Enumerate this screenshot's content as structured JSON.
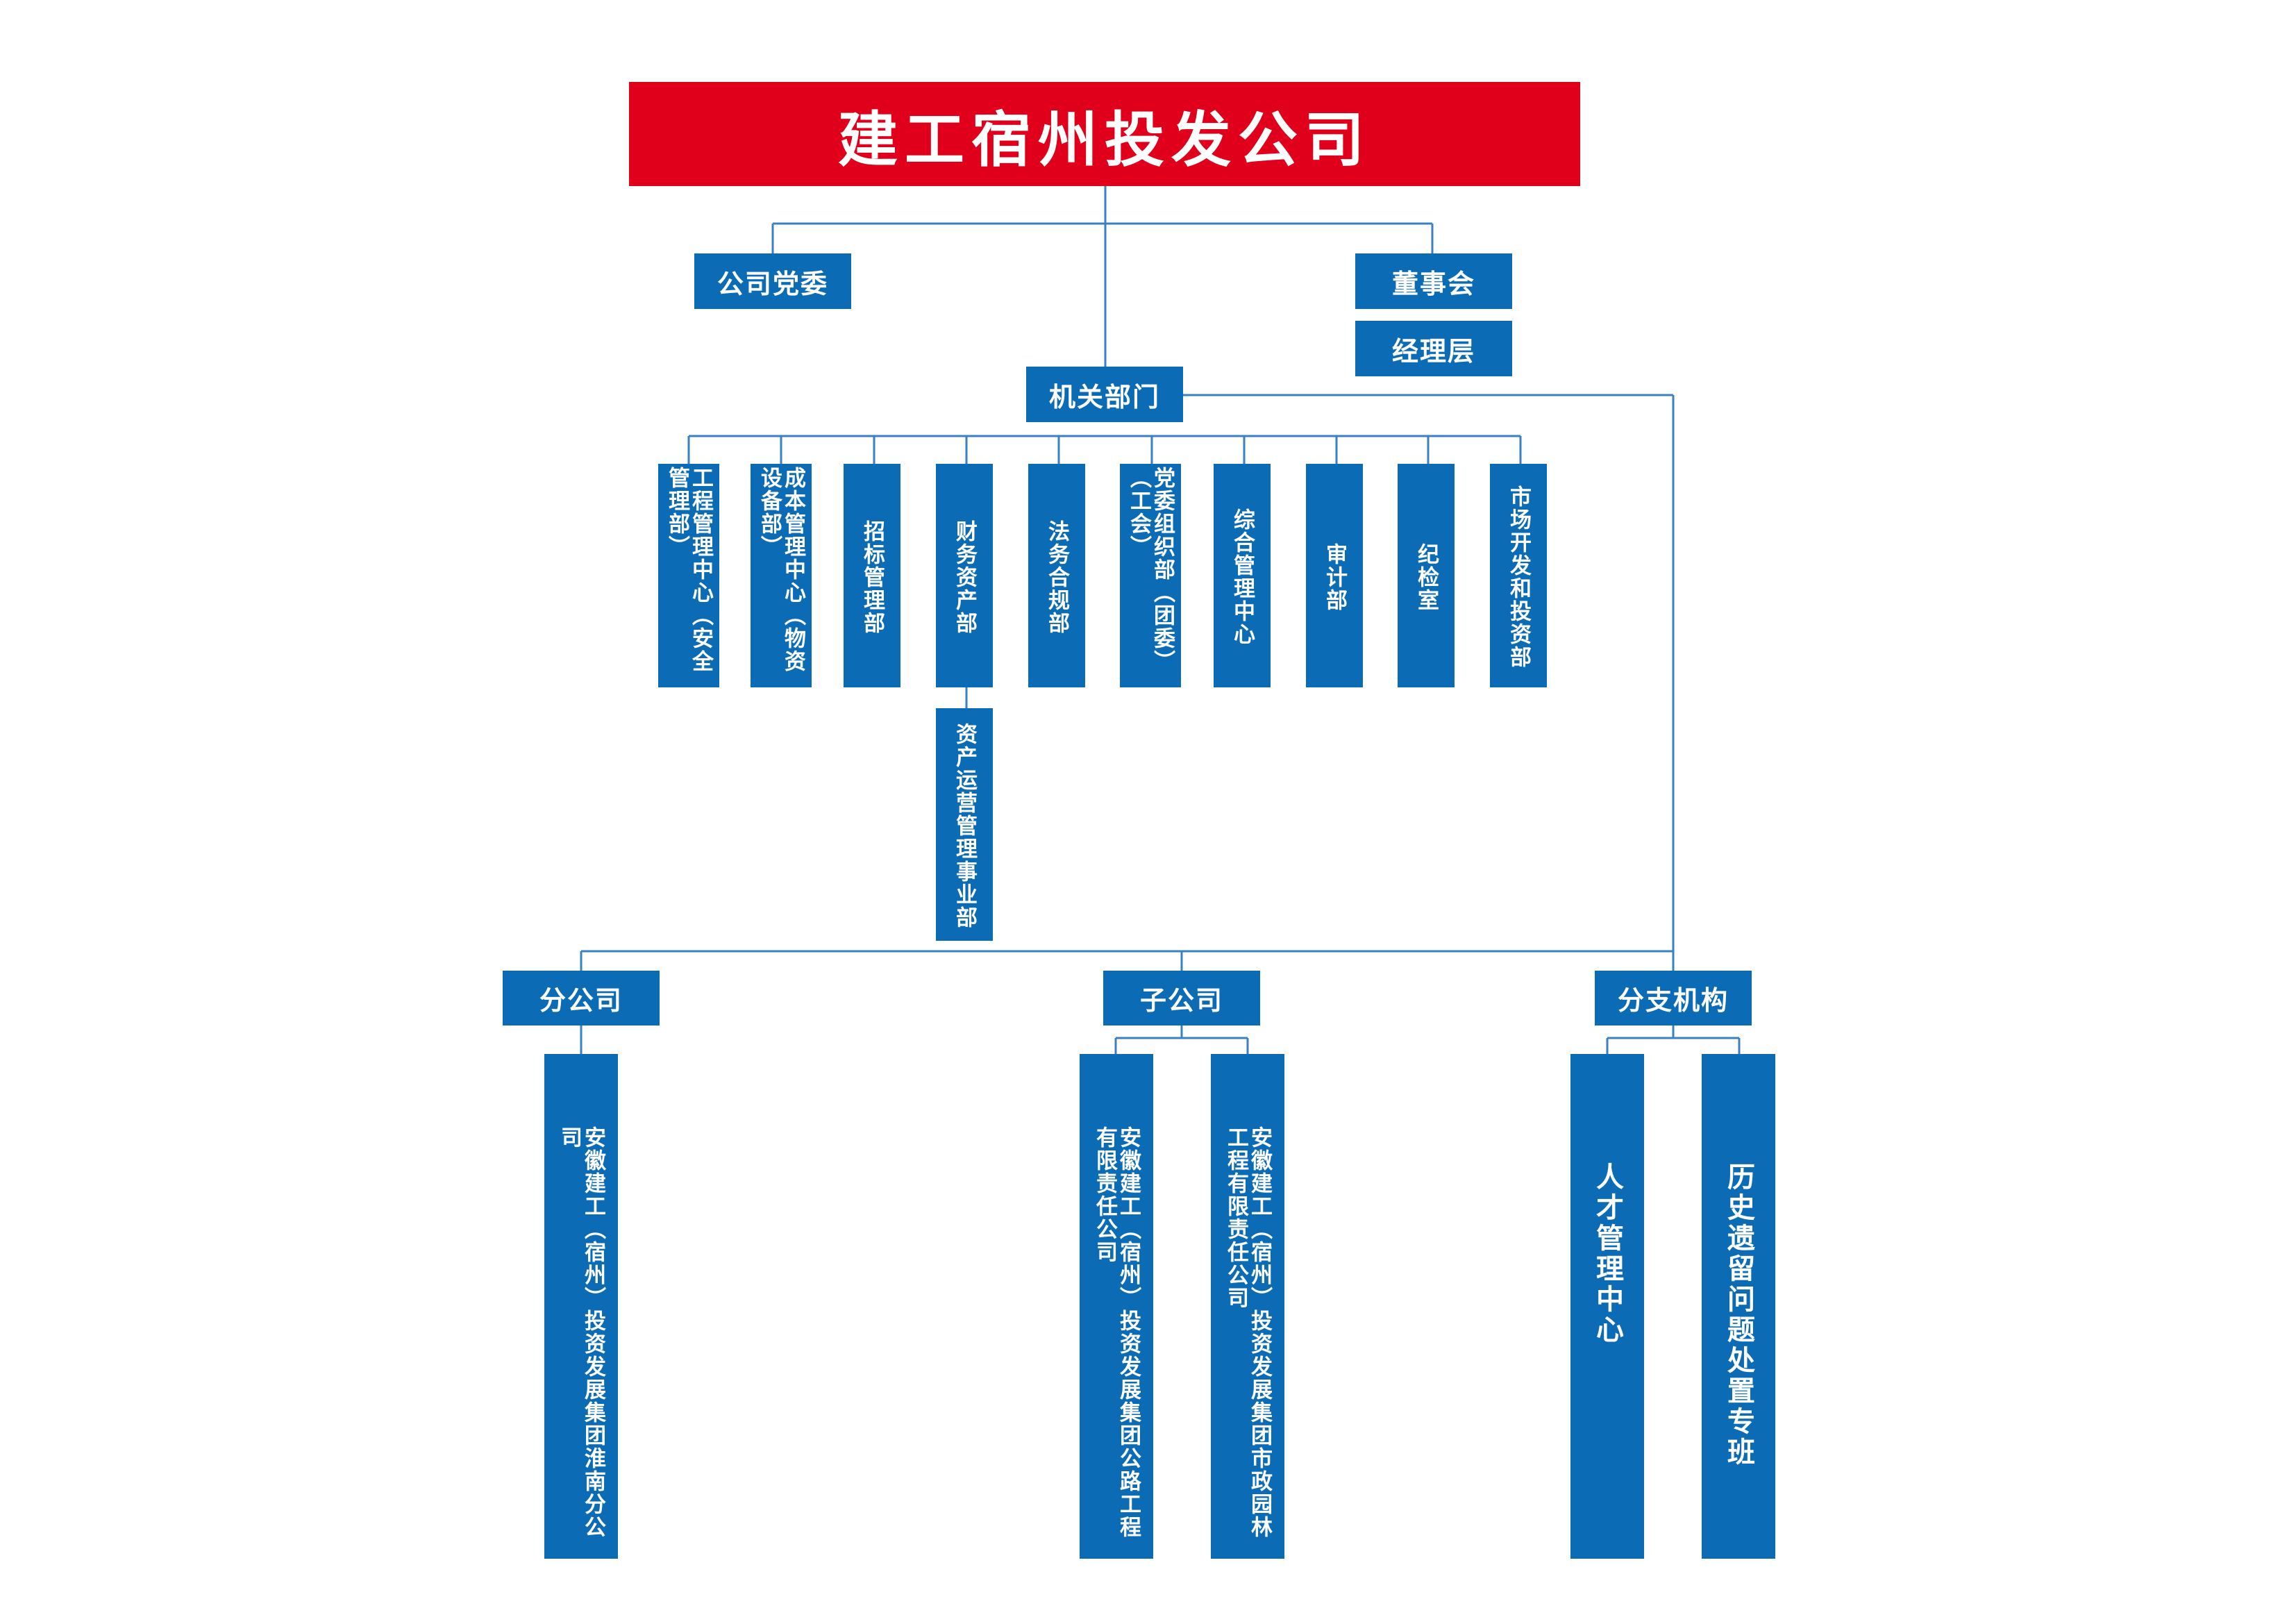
{
  "title": "建工宿州投发公司",
  "top": {
    "party": "公司党委",
    "board": "董事会",
    "management": "经理层",
    "offices": "机关部门"
  },
  "departments": [
    "工程管理中心（安全管理部）",
    "成本管理中心（物资设备部）",
    "招标管理部",
    "财务资产部",
    "法务合规部",
    "党委组织部（团委）（工会）",
    "综合管理中心",
    "审计部",
    "纪检室",
    "市场开发和投资部"
  ],
  "finance_sub": "资产运营管理事业部",
  "branch": {
    "label": "分公司",
    "units": [
      "安徽建工（宿州）投资发展集团淮南分公司"
    ]
  },
  "subsidiary": {
    "label": "子公司",
    "units": [
      "安徽建工（宿州）投资发展集团公路工程有限责任公司",
      "安徽建工（宿州）投资发展集团市政园林工程有限责任公司"
    ]
  },
  "affiliates": {
    "label": "分支机构",
    "units": [
      "人才管理中心",
      "历史遗留问题处置专班"
    ]
  },
  "colors": {
    "title_bg": "#e1001b",
    "box_bg": "#0b6bb5",
    "line": "#3b7fc4",
    "text": "#ffffff"
  }
}
